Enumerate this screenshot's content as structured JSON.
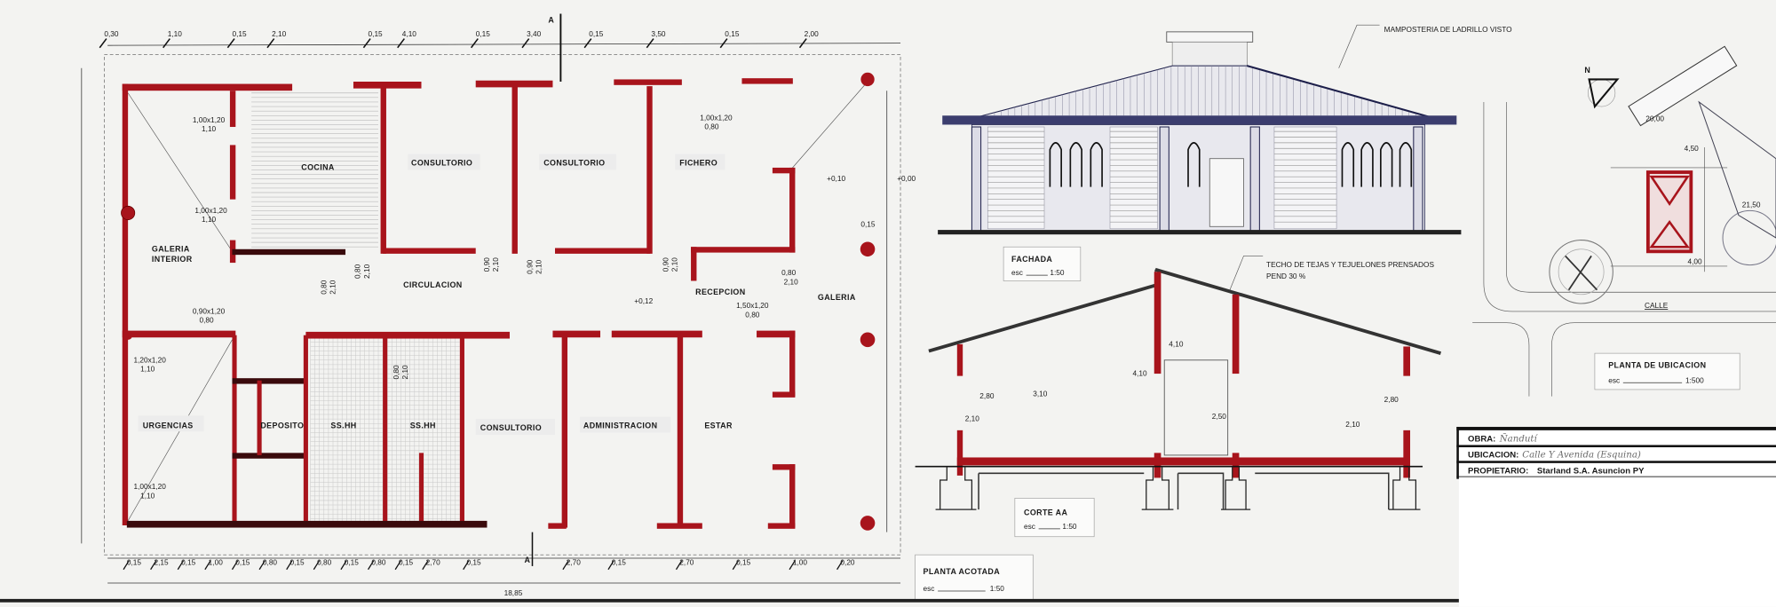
{
  "plan": {
    "title": "PLANTA ACOTADA",
    "scale_prefix": "esc",
    "scale": "1:50",
    "section_marker": "A",
    "rooms": [
      "COCINA",
      "CONSULTORIO",
      "CONSULTORIO",
      "FICHERO",
      "CIRCULACION",
      "GALERIA",
      "INTERIOR",
      "RECEPCION",
      "GALERIA",
      "URGENCIAS",
      "DEPOSITO",
      "SS.HH",
      "SS.HH",
      "CONSULTORIO",
      "ADMINISTRACION",
      "ESTAR"
    ],
    "top_dims": [
      "0,30",
      "1,10",
      "0,15",
      "2,10",
      "0,15",
      "4,10",
      "0,15",
      "3,40",
      "0,15",
      "3,50",
      "0,15",
      "2,00"
    ],
    "bottom_dims": [
      "0,15",
      "2,15",
      "0,15",
      "1,00",
      "0,15",
      "0,80",
      "0,15",
      "0,80",
      "0,15",
      "0,80",
      "0,15",
      "2,70",
      "0,15",
      "2,70",
      "0,15",
      "2,70",
      "0,15",
      "1,00",
      "0,20"
    ],
    "total_width": "18,85",
    "openings": [
      "1,00x1,20",
      "1,10",
      "1,00x1,20",
      "1,10",
      "0,80",
      "2,10",
      "0,90",
      "2,10",
      "0,90",
      "2,10",
      "0,90",
      "2,10",
      "0,80",
      "2,10",
      "1,00x1,20",
      "0,80",
      "1,50x1,20",
      "0,80",
      "0,90x1,20",
      "0,80",
      "1,20x1,20",
      "1,10",
      "1,00x1,20",
      "1,10",
      "0,80",
      "2,10",
      "0,80",
      "2,10"
    ],
    "levels": [
      "+0,10",
      "+0,00",
      "+0,12",
      "0,15"
    ]
  },
  "facade": {
    "title": "FACHADA",
    "scale_prefix": "esc",
    "scale": "1:50",
    "note_masonry": "MAMPOSTERIA DE LADRILLO VISTO"
  },
  "section": {
    "title": "CORTE AA",
    "scale_prefix": "esc",
    "scale": "1:50",
    "roof_note_1": "TECHO DE TEJAS Y TEJUELONES PRENSADOS",
    "roof_note_2": "PEND 30 %",
    "dims": [
      "2,80",
      "3,10",
      "2,10",
      "4,10",
      "4,10",
      "2,50",
      "2,80",
      "2,10"
    ]
  },
  "location": {
    "title": "PLANTA DE UBICACION",
    "scale_prefix": "esc",
    "scale": "1:500",
    "north": "N",
    "street": "CALLE",
    "dims": [
      "20,00",
      "4,50",
      "21,50",
      "4,00"
    ]
  },
  "title_block": {
    "obra_label": "OBRA:",
    "obra_value": "Ñandutí",
    "ubicacion_label": "UBICACION:",
    "ubicacion_value": "Calle Y Avenida (Esquina)",
    "propietario_label": "PROPIETARIO:",
    "propietario_value": "Starland S.A. Asuncion PY"
  },
  "colors": {
    "wall": "#a8141c",
    "ink": "#1a1a1a",
    "facade_ink": "#1d1f4a",
    "paper": "#f3f3f1"
  }
}
